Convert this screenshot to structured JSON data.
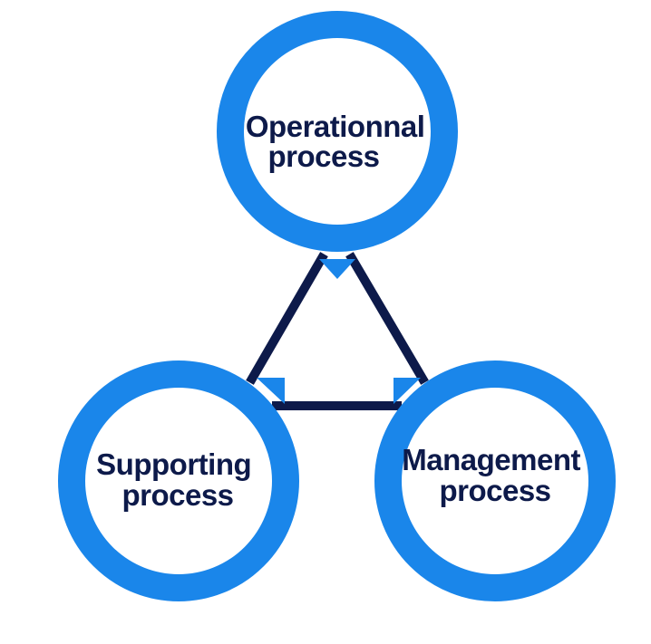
{
  "diagram": {
    "colors": {
      "ring": "#1a86ea",
      "connector": "#0d1a4a",
      "text": "#0d1a4a",
      "background": "#ffffff"
    },
    "nodes": [
      {
        "id": "operational",
        "line1": "Operationnal",
        "line2": "process"
      },
      {
        "id": "supporting",
        "line1": "Supporting",
        "line2": "process"
      },
      {
        "id": "management",
        "line1": "Management",
        "line2": "process"
      }
    ]
  }
}
